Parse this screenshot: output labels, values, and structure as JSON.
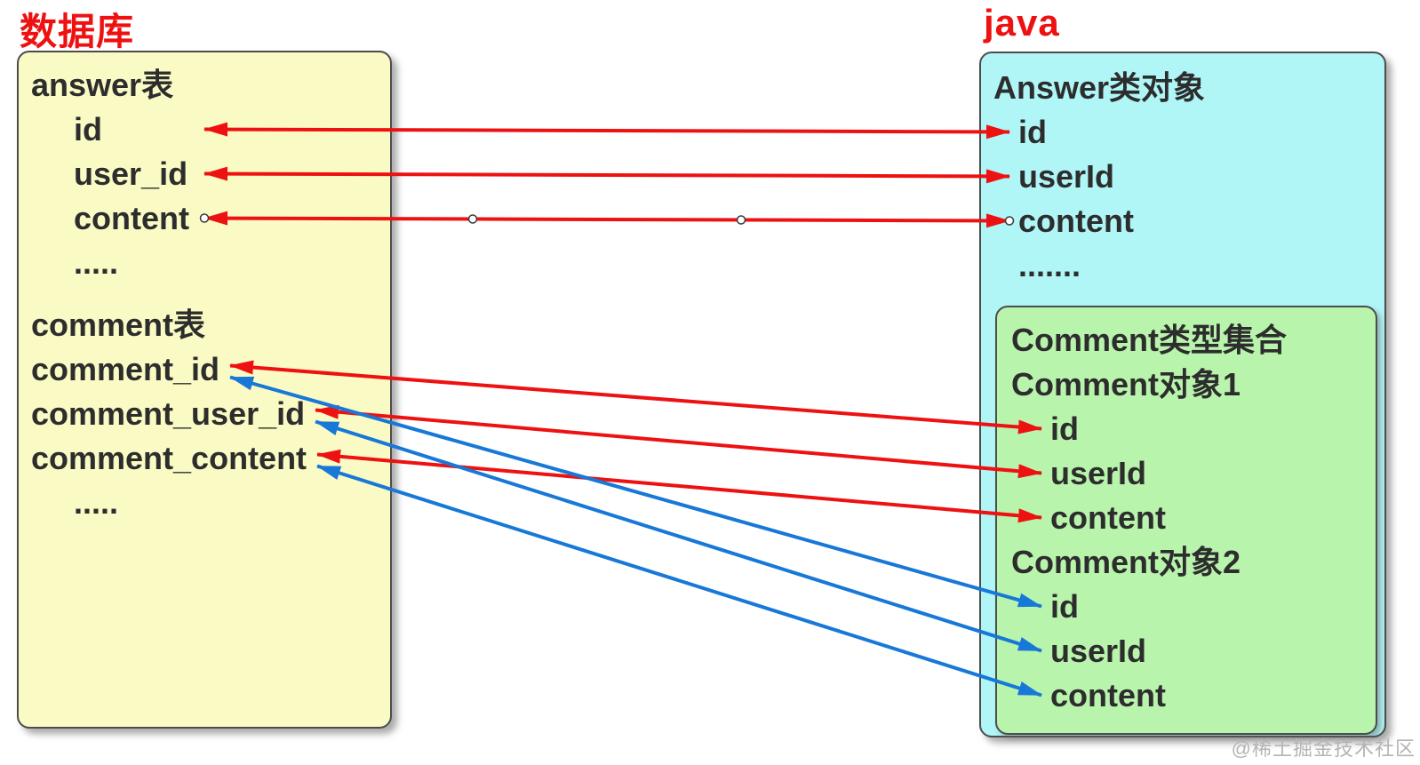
{
  "db": {
    "title": "数据库",
    "answer": {
      "header": "answer表",
      "fields": [
        "id",
        "user_id",
        "content"
      ],
      "ellipsis": "....."
    },
    "comment": {
      "header": "comment表",
      "fields": [
        "comment_id",
        "comment_user_id",
        "comment_content"
      ],
      "ellipsis": "....."
    }
  },
  "java": {
    "title": "java",
    "answer": {
      "header": "Answer类对象",
      "fields": [
        "id",
        "userId",
        "content"
      ],
      "ellipsis": "......."
    },
    "collection": {
      "header": "Comment类型集合",
      "obj1": {
        "header": "Comment对象1",
        "fields": [
          "id",
          "userId",
          "content"
        ]
      },
      "obj2": {
        "header": "Comment对象2",
        "fields": [
          "id",
          "userId",
          "content"
        ]
      }
    }
  },
  "watermark": "@稀土掘金技术社区",
  "colors": {
    "title_red": "#ee1111",
    "arrow_red": "#ee1111",
    "arrow_blue": "#1878d8",
    "db_box_bg": "#fafac4",
    "java_box_bg": "#b0f6f7",
    "collection_box_bg": "#b9f4ad",
    "text_color": "#2d2d2d",
    "watermark_color": "#b4b4b4"
  },
  "connections": [
    {
      "from": "db-answer-id",
      "to": "java-answer-id",
      "color": "red"
    },
    {
      "from": "db-answer-user_id",
      "to": "java-answer-userId",
      "color": "red"
    },
    {
      "from": "db-answer-content",
      "to": "java-answer-content",
      "color": "red",
      "handles": true
    },
    {
      "from": "db-comment-comment_id",
      "to": "java-obj1-id",
      "color": "red"
    },
    {
      "from": "db-comment-comment_user_id",
      "to": "java-obj1-userId",
      "color": "red"
    },
    {
      "from": "db-comment-comment_content",
      "to": "java-obj1-content",
      "color": "red"
    },
    {
      "from": "db-comment-comment_id",
      "to": "java-obj2-id",
      "color": "blue"
    },
    {
      "from": "db-comment-comment_user_id",
      "to": "java-obj2-userId",
      "color": "blue"
    },
    {
      "from": "db-comment-comment_content",
      "to": "java-obj2-content",
      "color": "blue"
    }
  ]
}
